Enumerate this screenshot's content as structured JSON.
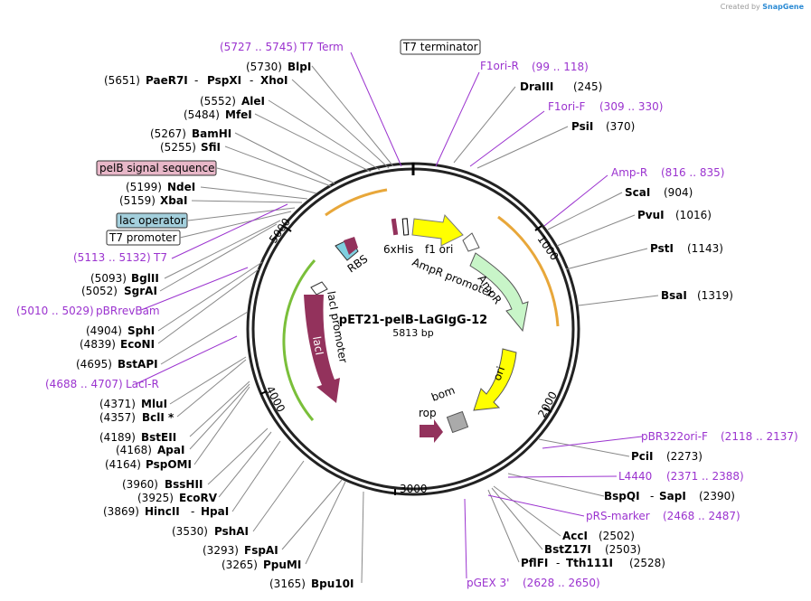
{
  "credit": {
    "prefix": "Created by",
    "brand": "SnapGene"
  },
  "plasmid": {
    "name": "pET21-pelB-LaGIgG-12",
    "length": "5813 bp"
  },
  "ticks": [
    "1000",
    "2000",
    "3000",
    "4000",
    "5000"
  ],
  "features": {
    "his": "6xHis",
    "f1ori": "f1 ori",
    "ampr_promoter": "AmpR promoter",
    "ampr": "AmpR",
    "ori": "ori",
    "rbs": "RBS",
    "laci_promoter": "lacI promoter",
    "laci": "lacI",
    "bom": "bom",
    "rop": "rop"
  },
  "boxes": {
    "t7_terminator": "T7 terminator",
    "pelb": "pelB signal sequence",
    "lac_operator": "lac operator",
    "t7_promoter": "T7 promoter"
  },
  "colors": {
    "pelb_box": "#e8b7c8",
    "lac_box": "#a3cfdc",
    "primer": "#9b33cf",
    "yellow": "#ffff00",
    "maroon": "#93325c",
    "green": "#c8f5c8",
    "orange": "#e8a73a"
  },
  "enzymes": {
    "blpi": "BlpI",
    "blpi_pos": "(5730)",
    "paer7i": "PaeR7I",
    "paer7i_pos": "(5651)",
    "pspxi": "PspXI",
    "xhoi": "XhoI",
    "alei": "AleI",
    "alei_pos": "(5552)",
    "mfei": "MfeI",
    "mfei_pos": "(5484)",
    "bamhi": "BamHI",
    "bamhi_pos": "(5267)",
    "sfii": "SfiI",
    "sfii_pos": "(5255)",
    "ndei": "NdeI",
    "ndei_pos": "(5199)",
    "xbai": "XbaI",
    "xbai_pos": "(5159)",
    "bglii": "BglII",
    "bglii_pos": "(5093)",
    "sgrai": "SgrAI",
    "sgrai_pos": "(5052)",
    "sphi": "SphI",
    "sphi_pos": "(4904)",
    "econi": "EcoNI",
    "econi_pos": "(4839)",
    "bstapi": "BstAPI",
    "bstapi_pos": "(4695)",
    "mlui": "MluI",
    "mlui_pos": "(4371)",
    "bcli": "BclI *",
    "bcli_pos": "(4357)",
    "bsteii": "BstEII",
    "bsteii_pos": "(4189)",
    "apai": "ApaI",
    "apai_pos": "(4168)",
    "psspomi": "PspOMI",
    "psspomi_pos": "(4164)",
    "bsshii": "BssHII",
    "bsshii_pos": "(3960)",
    "ecorv": "EcoRV",
    "ecorv_pos": "(3925)",
    "hincii": "HincII",
    "hincii_pos": "(3869)",
    "hpai": "HpaI",
    "pshai": "PshAI",
    "pshai_pos": "(3530)",
    "fspai": "FspAI",
    "fspai_pos": "(3293)",
    "ppumi": "PpuMI",
    "ppumi_pos": "(3265)",
    "bpu10i": "Bpu10I",
    "bpu10i_pos": "(3165)",
    "draiii": "DraIII",
    "draiii_pos": "(245)",
    "psii": "PsiI",
    "psii_pos": "(370)",
    "scai": "ScaI",
    "scai_pos": "(904)",
    "pvui": "PvuI",
    "pvui_pos": "(1016)",
    "psti": "PstI",
    "psti_pos": "(1143)",
    "bsai": "BsaI",
    "bsai_pos": "(1319)",
    "pcii": "PciI",
    "pcii_pos": "(2273)",
    "bspqi": "BspQI",
    "sapi": "SapI",
    "bspqi_pos": "(2390)",
    "acci": "AccI",
    "acci_pos": "(2502)",
    "bstz17i": "BstZ17I",
    "bstz17i_pos": "(2503)",
    "pflfi": "PflFI",
    "tth111i": "Tth111I",
    "pflfi_pos": "(2528)"
  },
  "primers": {
    "t7term": "T7 Term",
    "t7term_pos": "(5727 .. 5745)",
    "f1orir": "F1ori-R",
    "f1orir_pos": "(99 .. 118)",
    "f1orif": "F1ori-F",
    "f1orif_pos": "(309 .. 330)",
    "ampr": "Amp-R",
    "ampr_pos": "(816 .. 835)",
    "t7": "T7",
    "t7_pos": "(5113 .. 5132)",
    "pbrrevbam": "pBRrevBam",
    "pbrrevbam_pos": "(5010 .. 5029)",
    "lacir": "LacI-R",
    "lacir_pos": "(4688 .. 4707)",
    "pbr322": "pBR322ori-F",
    "pbr322_pos": "(2118 .. 2137)",
    "l4440": "L4440",
    "l4440_pos": "(2371 .. 2388)",
    "prs": "pRS-marker",
    "prs_pos": "(2468 .. 2487)",
    "pgex": "pGEX 3'",
    "pgex_pos": "(2628 .. 2650)"
  }
}
